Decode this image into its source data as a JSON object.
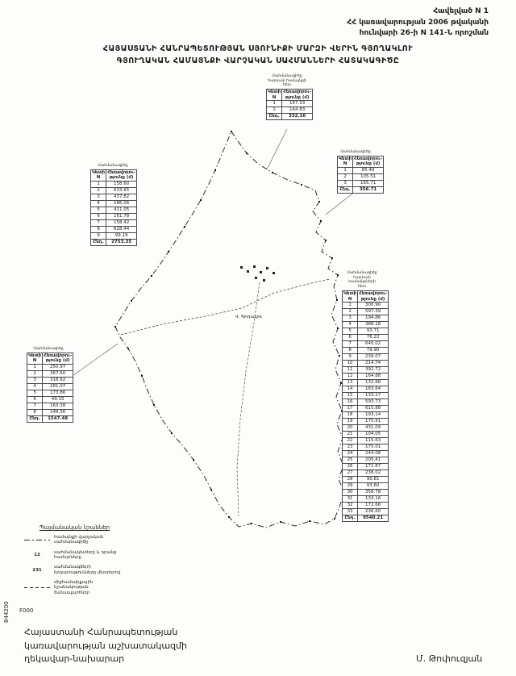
{
  "header": {
    "appendix_line1": "Հավելված N 1",
    "appendix_line2": "ՀՀ կառավարության 2006 թվականի",
    "appendix_line3": "հունվարի 26-ի N 141-Ն  որոշման"
  },
  "title": {
    "line1": "ՀԱՅԱՍՏԱՆԻ ՀԱՆՐԱՊԵՏՈՒԹՅԱՆ ՍՅՈՒՆԻՔԻ ՄԱՐԶԻ ՎԵՐԻՆ ԳՅՈՂԱԿԼՈՒ",
    "line2": "ԳՅՈՒՂԱԿԱՆ ՀԱՄԱՅՆՔԻ ՎԱՐՉԱԿԱՆ ՍԱՀՄԱՆՆԵՐԻ ՀԱՏԱԿԱԳԻԾԸ"
  },
  "map": {
    "village_label": "Վ. Գյողակլու",
    "edge_number": "844200",
    "corner_mark": "F000"
  },
  "tables": {
    "north": {
      "caption": [
        "Սահմանագիծը",
        "հարևան համայնքի",
        "հետ"
      ],
      "col1": "Կետի N",
      "col2": "Հեռավորու-թյունը (մ)",
      "rows": [
        [
          "1",
          "167.33"
        ],
        [
          "2",
          "164.83"
        ]
      ],
      "total_label": "Ընդ.",
      "total": "332.16"
    },
    "east_small": {
      "caption": [
        "Սահմանագիծը"
      ],
      "col1": "Կետի N",
      "col2": "Հեռավորու-թյունը (մ)",
      "rows": [
        [
          "1",
          "85.49"
        ],
        [
          "2",
          "105.51"
        ],
        [
          "3",
          "165.71"
        ]
      ],
      "total_label": "Ընդ.",
      "total": "356.71"
    },
    "west_upper": {
      "caption": [
        "Սահմանագիծը"
      ],
      "col1": "Կետի N",
      "col2": "Հեռավորու-թյունը (մ)",
      "rows": [
        [
          "1",
          "158.60"
        ],
        [
          "2",
          "633.65"
        ],
        [
          "3",
          "437.82"
        ],
        [
          "4",
          "186.06"
        ],
        [
          "5",
          "411.05"
        ],
        [
          "6",
          "161.78"
        ],
        [
          "7",
          "158.42"
        ],
        [
          "8",
          "628.44"
        ],
        [
          "9",
          "99.19"
        ]
      ],
      "total_label": "Ընդ.",
      "total": "2753.35"
    },
    "west_lower": {
      "caption": [
        "Սահմանագիծը"
      ],
      "col1": "Կետի N",
      "col2": "Հեռավորու-թյունը (մ)",
      "rows": [
        [
          "1",
          "250.97"
        ],
        [
          "2",
          "367.60"
        ],
        [
          "3",
          "318.62"
        ],
        [
          "4",
          "281.07"
        ],
        [
          "5",
          "173.86"
        ],
        [
          "6",
          "49.15"
        ],
        [
          "7",
          "163.38"
        ],
        [
          "8",
          "149.36"
        ]
      ],
      "total_label": "Ընդ.",
      "total": "1547.48"
    },
    "east_tall": {
      "caption": [
        "Սահմանագիծը",
        "հարևան համայնքների",
        "հետ"
      ],
      "col1": "Կետի N",
      "col2": "Հեռավորու-թյունը (մ)",
      "rows": [
        [
          "1",
          "300.90"
        ],
        [
          "2",
          "597.39"
        ],
        [
          "3",
          "194.86"
        ],
        [
          "4",
          "388.18"
        ],
        [
          "5",
          "93.71"
        ],
        [
          "6",
          "76.22"
        ],
        [
          "7",
          "640.02"
        ],
        [
          "8",
          "79.90"
        ],
        [
          "9",
          "239.07"
        ],
        [
          "10",
          "214.74"
        ],
        [
          "11",
          "392.72"
        ],
        [
          "12",
          "164.88"
        ],
        [
          "13",
          "132.66"
        ],
        [
          "14",
          "163.64"
        ],
        [
          "15",
          "133.17"
        ],
        [
          "16",
          "593.73"
        ],
        [
          "17",
          "615.88"
        ],
        [
          "18",
          "193.14"
        ],
        [
          "19",
          "170.91"
        ],
        [
          "20",
          "431.09"
        ],
        [
          "21",
          "104.05"
        ],
        [
          "22",
          "115.63"
        ],
        [
          "23",
          "175.01"
        ],
        [
          "24",
          "244.08"
        ],
        [
          "25",
          "205.41"
        ],
        [
          "26",
          "171.87"
        ],
        [
          "27",
          "238.02"
        ],
        [
          "28",
          "90.81"
        ],
        [
          "29",
          "93.60"
        ],
        [
          "30",
          "358.78"
        ],
        [
          "31",
          "133.16"
        ],
        [
          "32",
          "172.66"
        ],
        [
          "33",
          "236.60"
        ]
      ],
      "total_label": "Ընդ.",
      "total": "9540.21"
    }
  },
  "legend": {
    "title": "Պայմանական նշաններ",
    "items": [
      {
        "symbol": "dashdot",
        "symbol_text": "",
        "label": "համայնքի վարչական սահմանագիծը"
      },
      {
        "symbol": "number",
        "symbol_text": "12",
        "label": "սահմանակետերը և դրանց համարները"
      },
      {
        "symbol": "number",
        "symbol_text": "231",
        "label": "սահմանագծերի երկարությունները մետրերով"
      },
      {
        "symbol": "dashed",
        "symbol_text": "",
        "label": "միջհամայնքային նշանակության ճանապարհներ"
      }
    ]
  },
  "footer": {
    "line1": "Հայաստանի Հանրապետության",
    "line2": "կառավարության աշխատակազմի",
    "line3": "ղեկավար-նախարար",
    "signature": "Մ. Թոփուզյան"
  }
}
